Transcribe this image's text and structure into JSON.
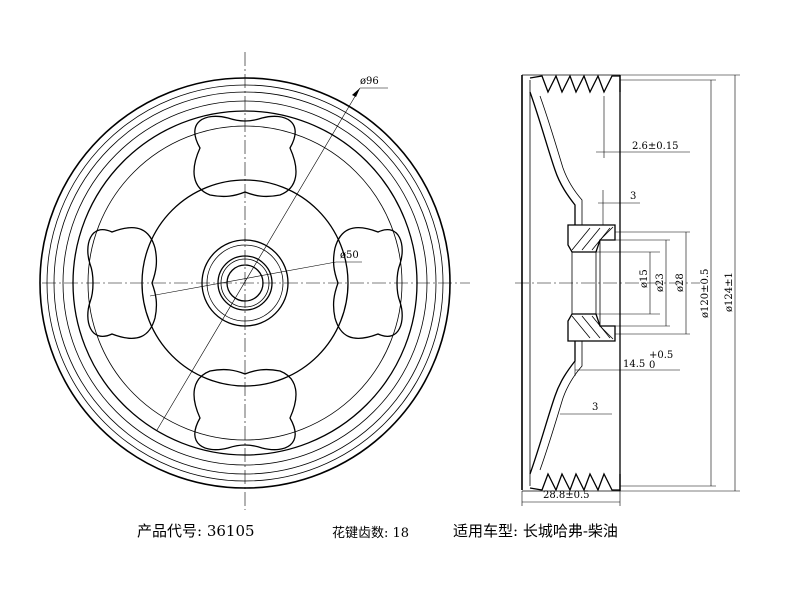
{
  "front_view": {
    "dia_outer_label": "ø96",
    "dia_inner_label": "ø50"
  },
  "side_view": {
    "dims": {
      "groove_offset": "2.6±0.15",
      "flange_thk_top": "3",
      "flange_thk_bottom": "3",
      "hub_bore": "ø15",
      "hub_spline": "ø23",
      "hub_outer": "ø28",
      "dia_120": "ø120±0.5",
      "dia_124": "ø124±1",
      "hub_length_base": "14.5",
      "hub_length_tol_upper": "+0.5",
      "hub_length_tol_lower": "0",
      "total_width": "28.8±0.5"
    }
  },
  "caption": {
    "part_code": "产品代号: 36105",
    "spline_teeth": "花键齿数: 18",
    "vehicle": "适用车型: 长城哈弗-柴油"
  }
}
